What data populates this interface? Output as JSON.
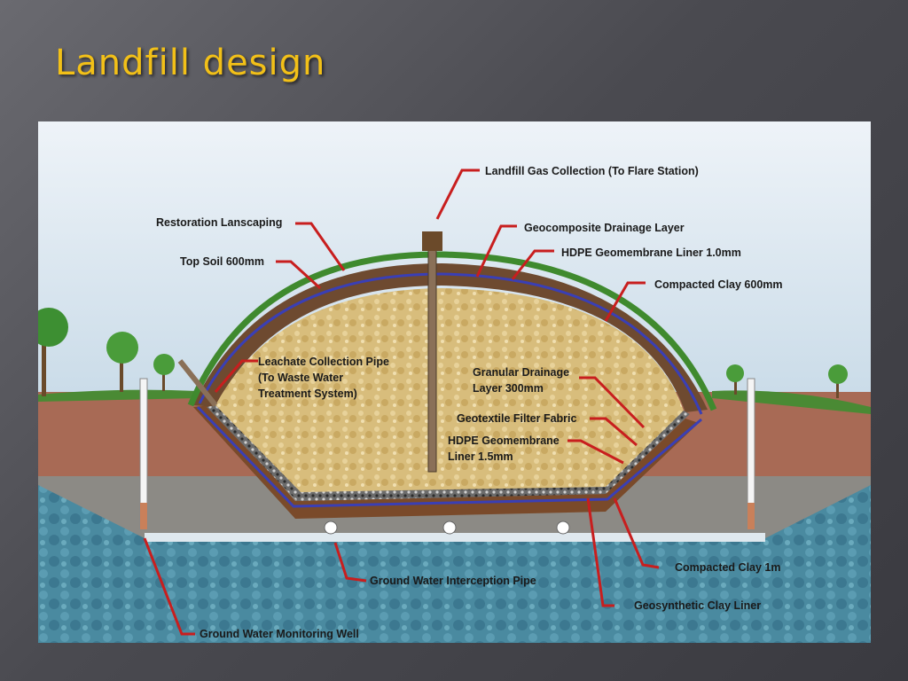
{
  "slide": {
    "title": "Landfill design"
  },
  "diagram": {
    "labels": {
      "gas_collection": "Landfill Gas Collection (To Flare Station)",
      "restoration": "Restoration Lanscaping",
      "geocomposite": "Geocomposite Drainage Layer",
      "hdpe_top": "HDPE Geomembrane Liner 1.0mm",
      "top_soil": "Top Soil 600mm",
      "compacted_clay_600": "Compacted Clay 600mm",
      "leachate_1": "Leachate Collection Pipe",
      "leachate_2": "(To Waste Water",
      "leachate_3": "Treatment System)",
      "granular_1": "Granular Drainage",
      "granular_2": "Layer 300mm",
      "geotextile": "Geotextile Filter Fabric",
      "hdpe_bottom_1": "HDPE Geomembrane",
      "hdpe_bottom_2": "Liner 1.5mm",
      "compacted_clay_1m": "Compacted Clay 1m",
      "gw_pipe": "Ground Water Interception Pipe",
      "gcl": "Geosynthetic Clay Liner",
      "gw_well": "Ground Water Monitoring Well"
    },
    "colors": {
      "leader": "#c81e1e",
      "liner": "#3a3fb5",
      "waste": "#d8bd7c",
      "grass": "#3f8a2e",
      "water": "#4a8aa0",
      "sky": "#dde8f2"
    }
  }
}
